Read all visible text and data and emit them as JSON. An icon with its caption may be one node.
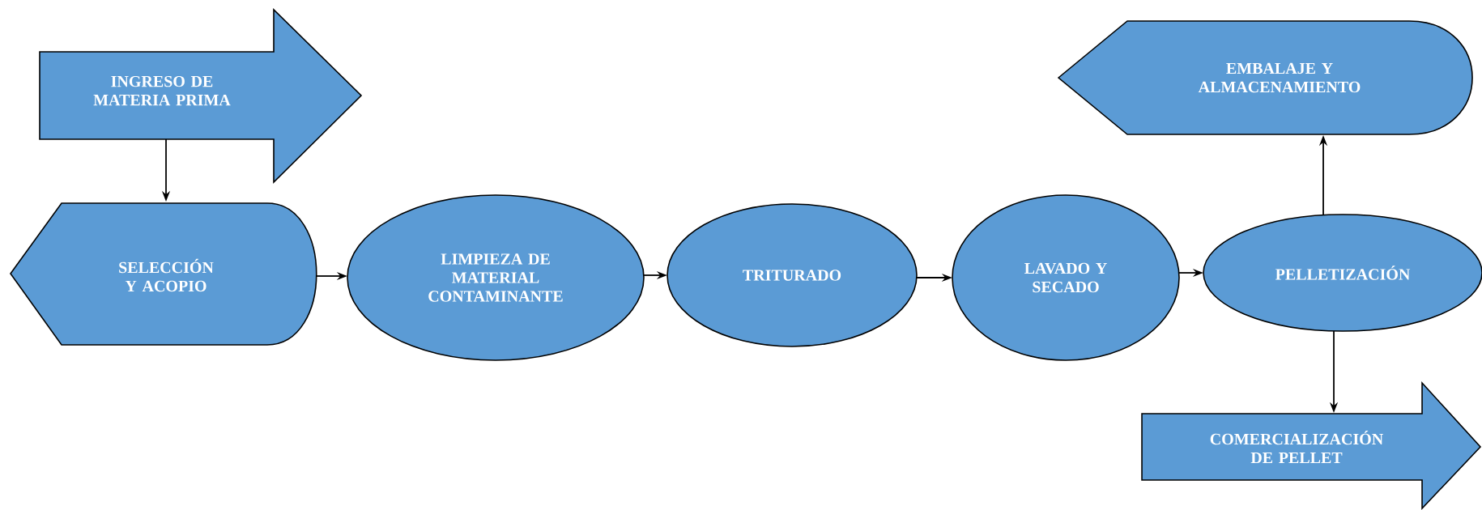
{
  "diagram": {
    "nodes": [
      {
        "text": [
          "INGRESO DE MATERIA PRIMA"
        ]
      },
      {
        "text": [
          "SELECCIÓN Y ACOPIO"
        ]
      },
      {
        "text": [
          "LIMPIEZA DE MATERIAL CONTAMINANTE"
        ]
      },
      {
        "text": [
          "TRITURADO"
        ]
      },
      {
        "text": [
          "LAVADO Y SECADO"
        ]
      },
      {
        "text": [
          "PELLETIZACIÓN"
        ]
      },
      {
        "text": [
          "EMBALAJE Y ALMACENAMIENTO"
        ]
      },
      {
        "text": [
          "COMERCIALIZACIÓN DE PELLET"
        ]
      }
    ],
    "edges": [
      {
        "from": 0,
        "to": 1,
        "arrow": "to"
      },
      {
        "from": 1,
        "to": 2,
        "arrow": "to"
      },
      {
        "from": 2,
        "to": 3,
        "arrow": "to"
      },
      {
        "from": 3,
        "to": 4,
        "arrow": "to"
      },
      {
        "from": 4,
        "to": 5,
        "arrow": "to"
      },
      {
        "from": 5,
        "to": 6,
        "arrow": "to"
      },
      {
        "from": 5,
        "to": 7,
        "arrow": "to"
      }
    ]
  }
}
